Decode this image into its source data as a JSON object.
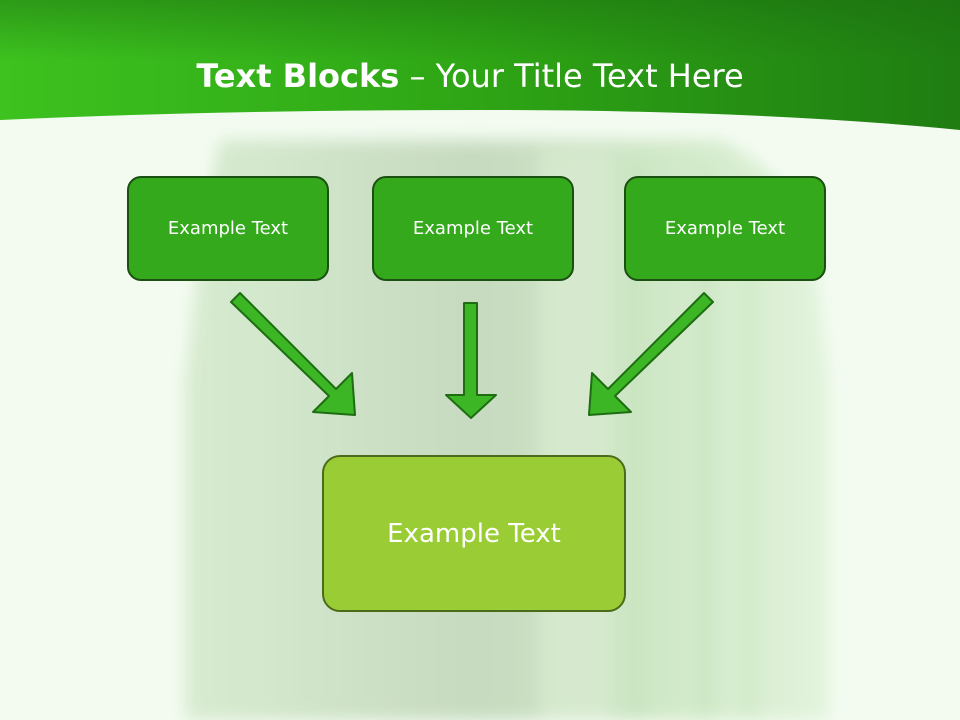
{
  "title": {
    "bold": "Text Blocks",
    "dash": " – ",
    "rest": "Your Title Text Here"
  },
  "blocks": {
    "left": "Example Text",
    "center": "Example Text",
    "right": "Example Text",
    "bottom": "Example Text"
  },
  "colors": {
    "header_green": "#2aa317",
    "box_green": "#33a91b",
    "bottom_box": "#9acd35",
    "arrow_fill": "#3cb625",
    "border_dark": "#1c4f12",
    "background": "#f3fbf1"
  }
}
